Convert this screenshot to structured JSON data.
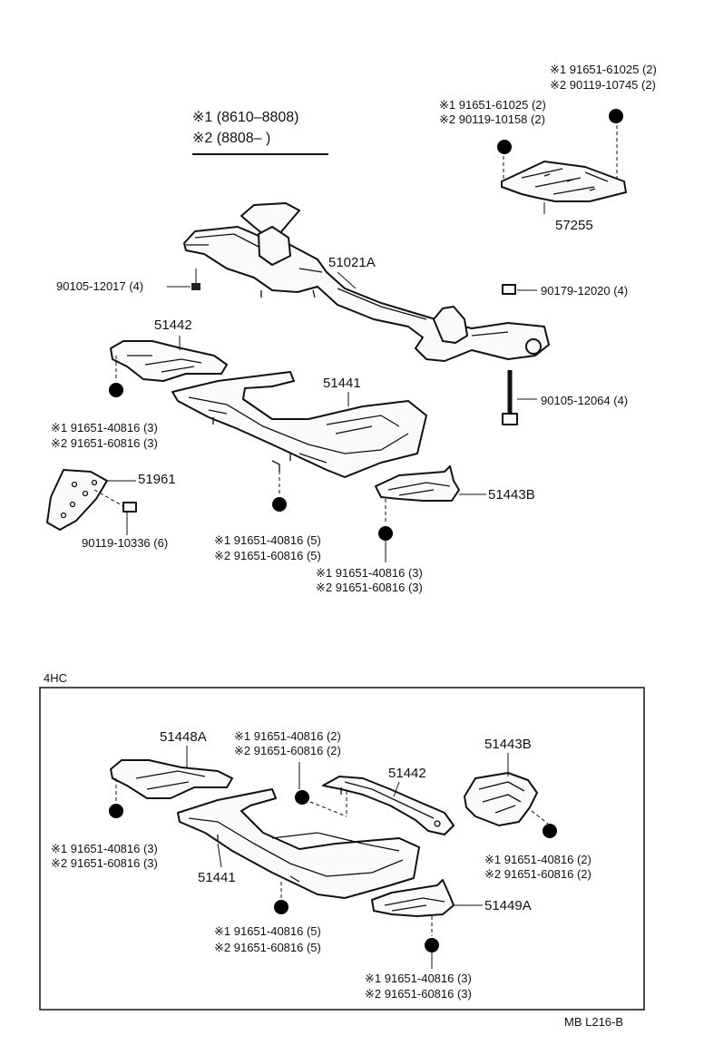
{
  "legend": {
    "line1": "※1 (8610–8808)",
    "line2": "※2 (8808–      )"
  },
  "upper": {
    "p57255": "57255",
    "p57255_n1": "※1 91651-61025 (2)",
    "p57255_n2": "※2 90119-10745 (2)",
    "p57255_m1": "※1 91651-61025 (2)",
    "p57255_m2": "※2 90119-10158 (2)",
    "p51021A": "51021A",
    "bolt_left": "90105-12017 (4)",
    "nut_right": "90179-12020 (4)",
    "bolt_right": "90105-12064 (4)",
    "p51442": "51442",
    "p51442_n1": "※1 91651-40816 (3)",
    "p51442_n2": "※2 91651-60816 (3)",
    "p51441": "51441",
    "p51961": "51961",
    "bolt_51961": "90119-10336 (6)",
    "p51441_n1": "※1 91651-40816 (5)",
    "p51441_n2": "※2 91651-60816 (5)",
    "p51443B": "51443B",
    "p51443B_n1": "※1 91651-40816 (3)",
    "p51443B_n2": "※2 91651-60816 (3)"
  },
  "lower": {
    "section_label": "4HC",
    "p51448A": "51448A",
    "p51448A_n1": "※1 91651-40816 (3)",
    "p51448A_n2": "※2 91651-60816 (3)",
    "p51442_n1": "※1 91651-40816 (2)",
    "p51442_n2": "※2 91651-60816 (2)",
    "p51442": "51442",
    "p51443B": "51443B",
    "p51443B_n1": "※1 91651-40816 (2)",
    "p51443B_n2": "※2 91651-60816 (2)",
    "p51441": "51441",
    "p51449A": "51449A",
    "p51441_n1": "※1 91651-40816 (5)",
    "p51441_n2": "※2 91651-60816 (5)",
    "p51449A_n1": "※1 91651-40816 (3)",
    "p51449A_n2": "※2 91651-60816 (3)"
  },
  "footer": {
    "code": "MB  L216-B"
  },
  "marker_letter": "B"
}
